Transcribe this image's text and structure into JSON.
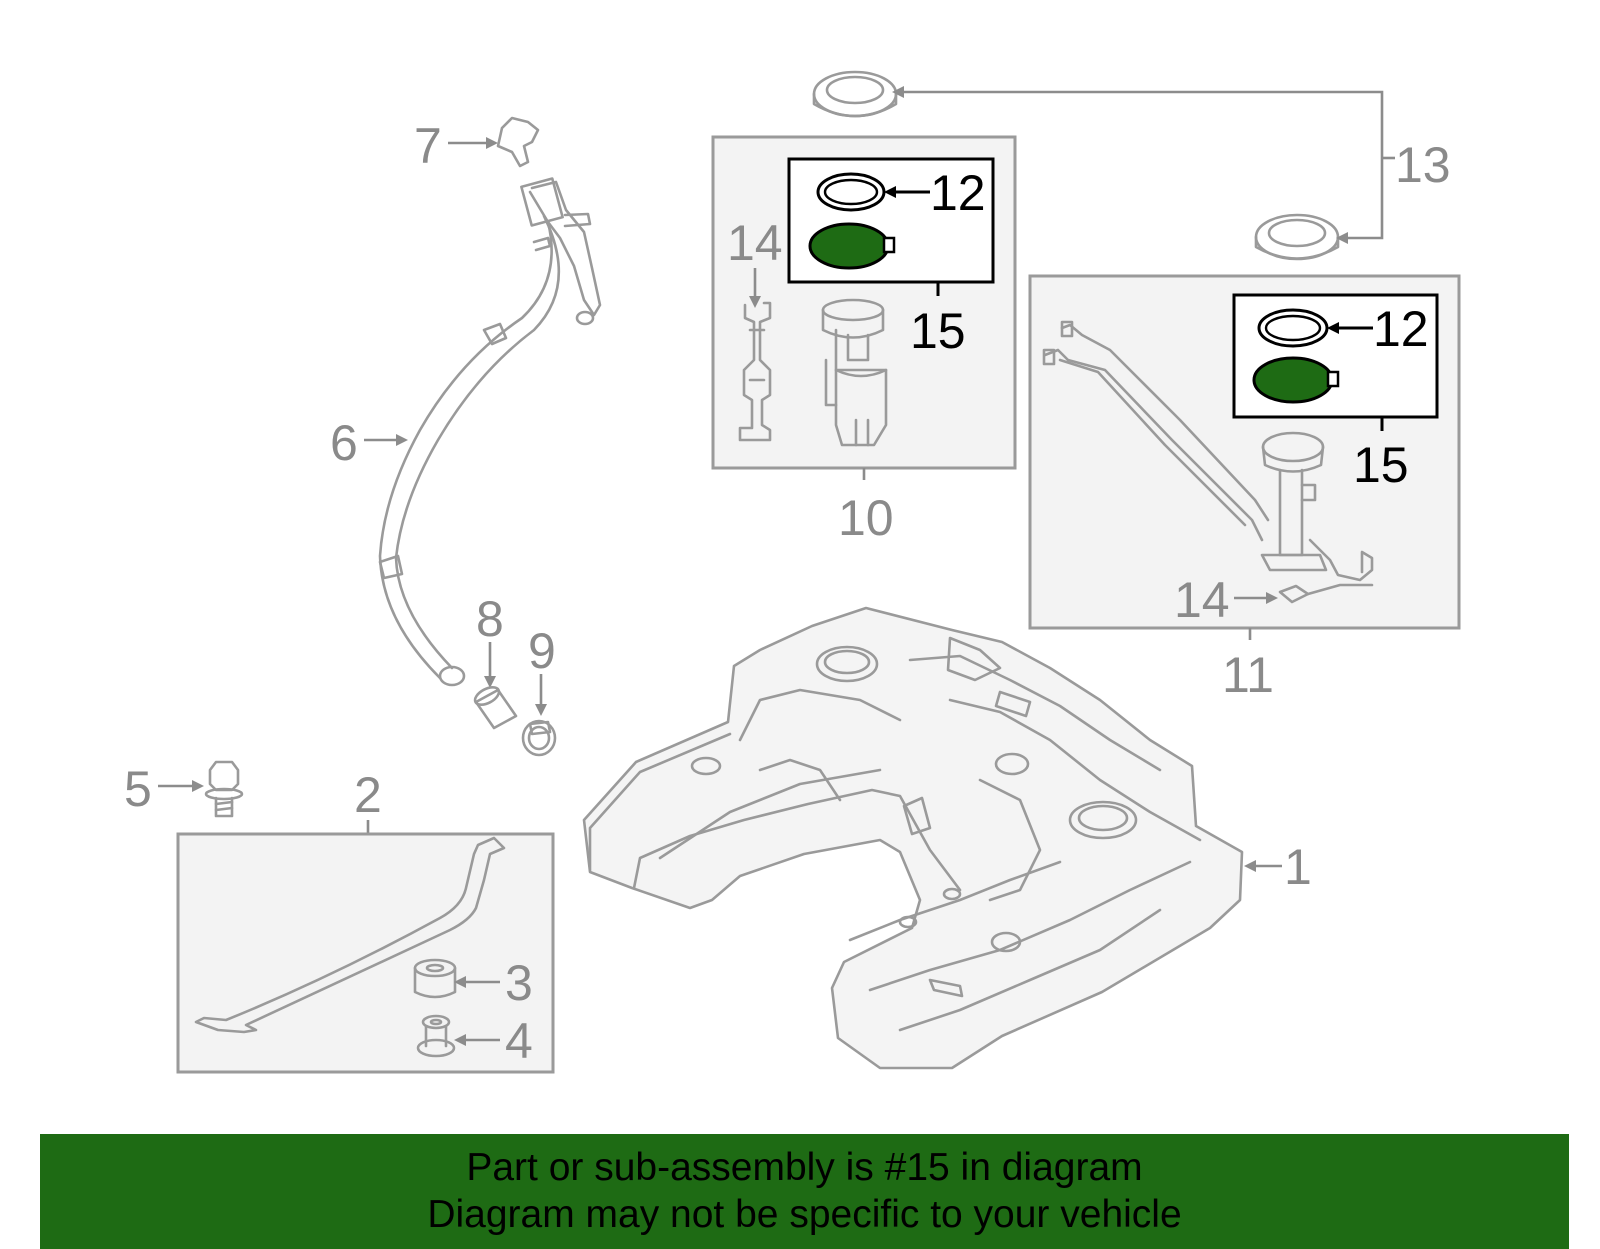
{
  "callouts": {
    "c1": "1",
    "c2": "2",
    "c3": "3",
    "c4": "4",
    "c5": "5",
    "c6": "6",
    "c7": "7",
    "c8": "8",
    "c9": "9",
    "c10": "10",
    "c11": "11",
    "c12a": "12",
    "c12b": "12",
    "c13": "13",
    "c14a": "14",
    "c14b": "14",
    "c15a": "15",
    "c15b": "15"
  },
  "banner": {
    "line1": "Part or sub-assembly is #15 in diagram",
    "line2": "Diagram may not be specific to your vehicle",
    "color": "#1e6b14"
  },
  "highlight_color": "#1e6b14"
}
